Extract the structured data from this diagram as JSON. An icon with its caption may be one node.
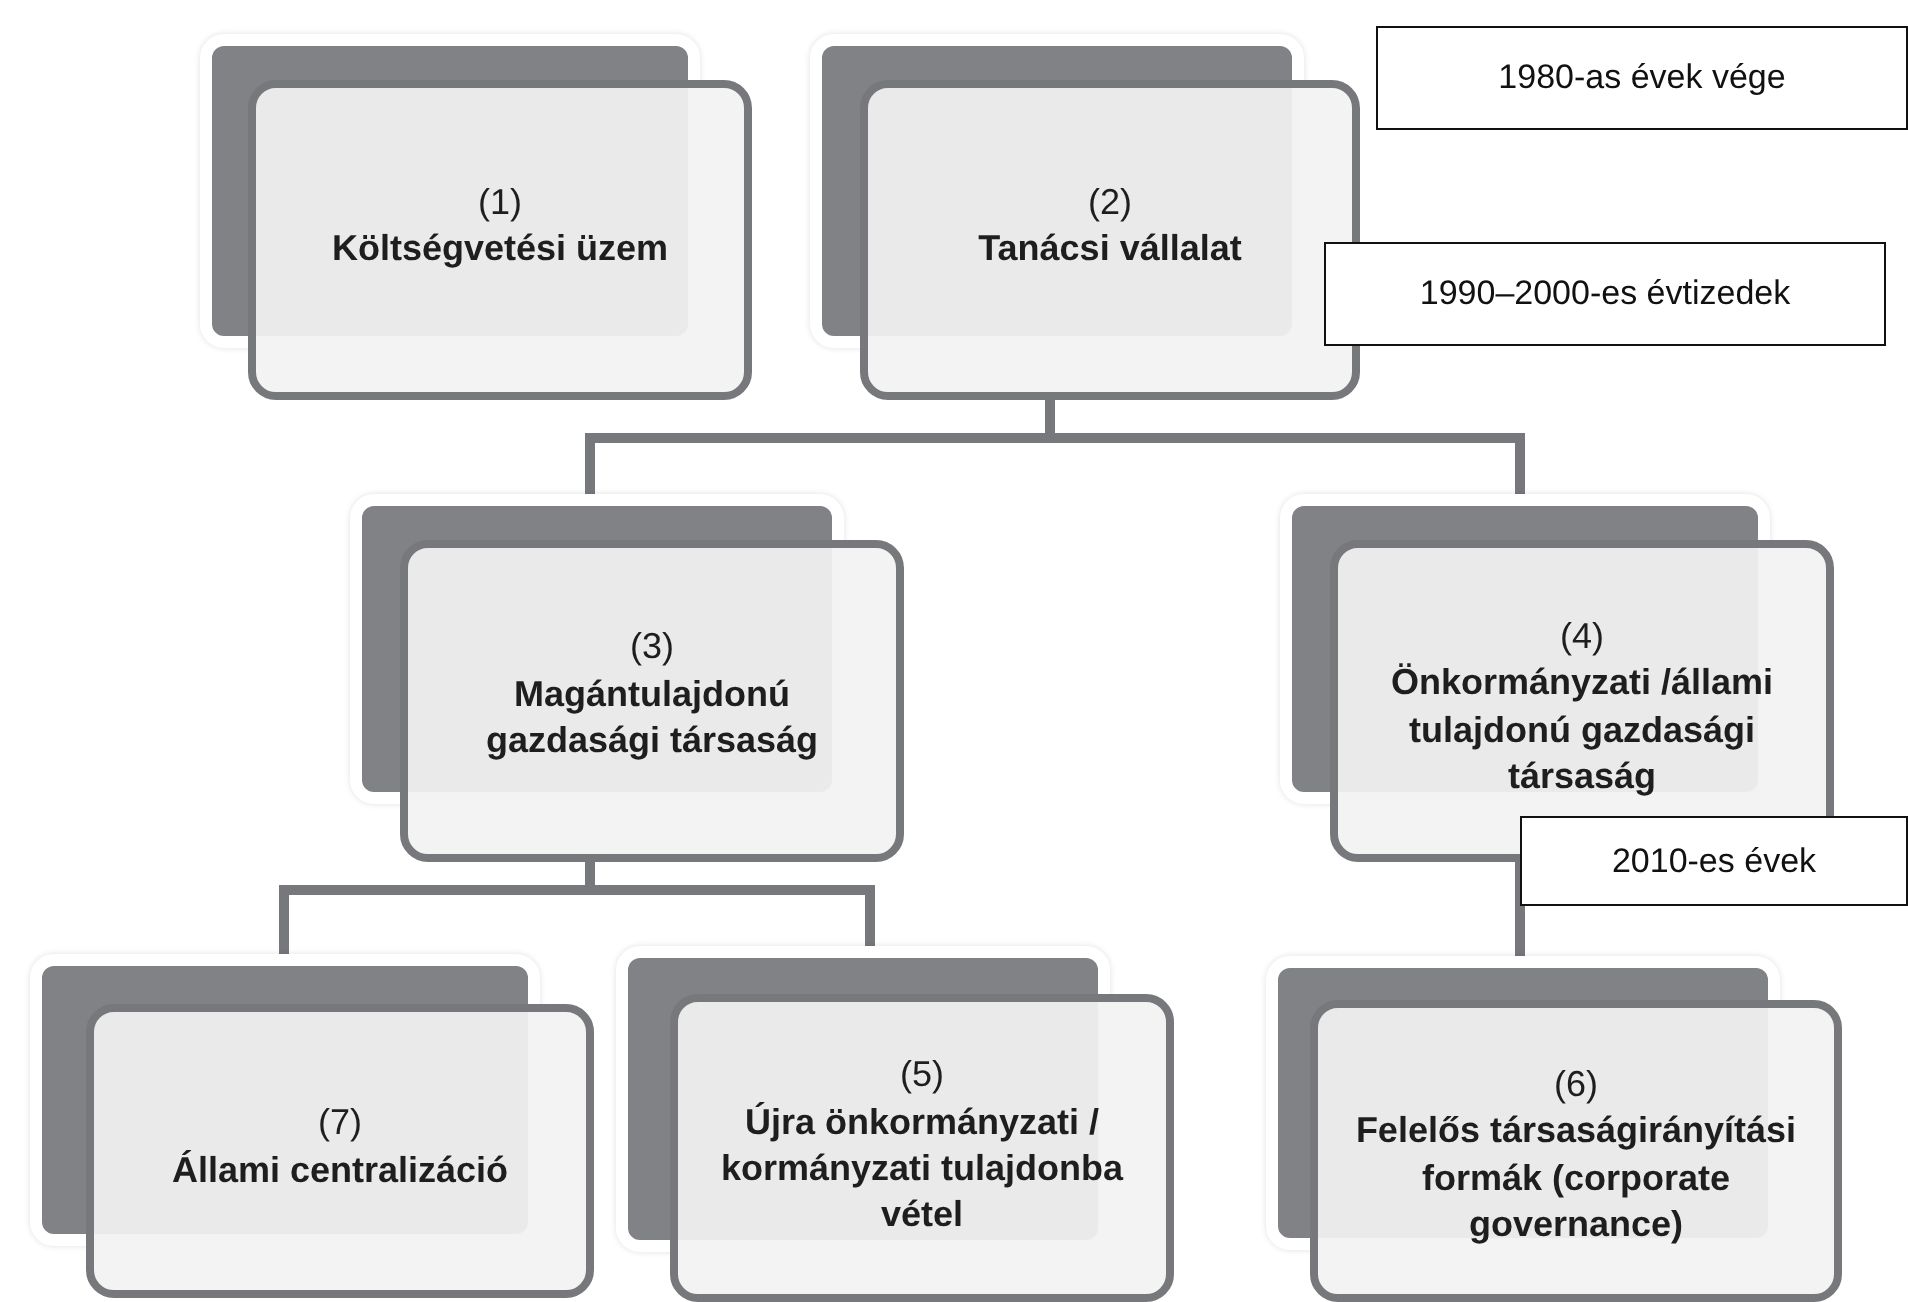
{
  "diagram": {
    "nodes": [
      {
        "text": [
          "(1)",
          "Költségvetési üzem"
        ]
      },
      {
        "text": [
          "(2)",
          "Tanácsi vállalat"
        ]
      },
      {
        "text": [
          "1980-as évek vége"
        ]
      },
      {
        "text": [
          "1990–2000-es évtizedek"
        ]
      },
      {
        "text": [
          "(3)",
          "Magántulajdonú gazdasági társaság"
        ]
      },
      {
        "text": [
          "(4)",
          "Önkormányzati /állami tulajdonú gazdasági társaság"
        ]
      },
      {
        "text": [
          "2010-es évek"
        ]
      },
      {
        "text": [
          "(7)",
          "Állami centralizáció"
        ]
      },
      {
        "text": [
          "(5)",
          "Újra önkormányzati / kormányzati tulajdonba vétel"
        ]
      },
      {
        "text": [
          "(6)",
          "Felelős társaságirányítási formák (corporate governance)"
        ]
      }
    ],
    "edges": [
      {
        "from": 1,
        "to": 4,
        "arrow": "none"
      },
      {
        "from": 1,
        "to": 5,
        "arrow": "none"
      },
      {
        "from": 4,
        "to": 7,
        "arrow": "none"
      },
      {
        "from": 4,
        "to": 8,
        "arrow": "none"
      },
      {
        "from": 5,
        "to": 9,
        "arrow": "none"
      }
    ]
  }
}
